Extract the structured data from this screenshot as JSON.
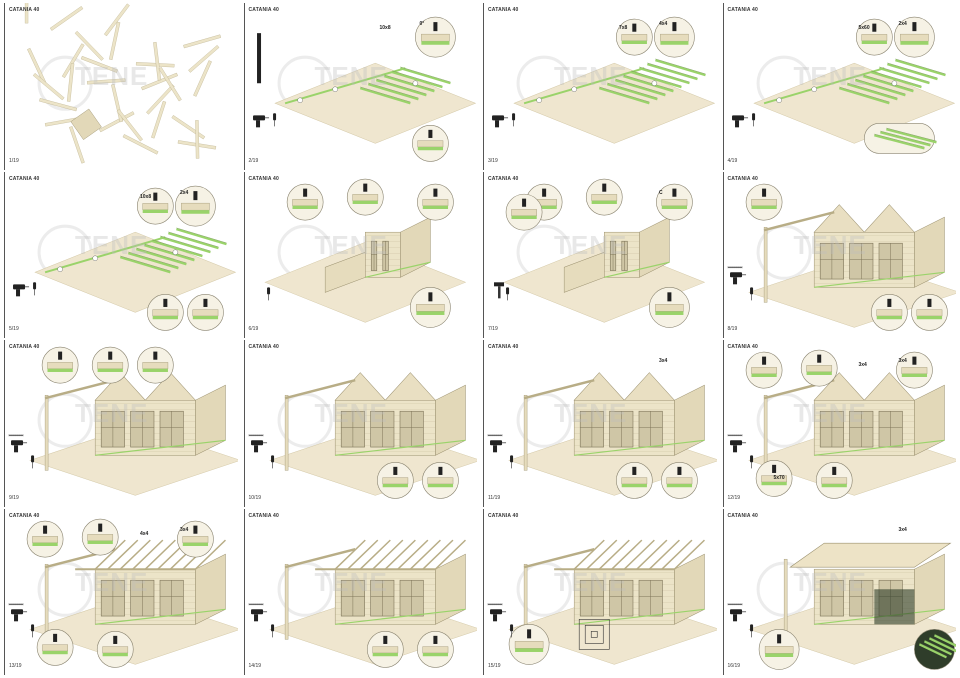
{
  "document": {
    "model": "CATANIA 40",
    "watermark": "TENE",
    "accent_green": "#9ad36a",
    "wood_color": "#ece4c8",
    "panels": [
      {
        "page": "1/19"
      },
      {
        "page": "2/19",
        "callouts": [
          "0°",
          "10x8"
        ]
      },
      {
        "page": "3/19",
        "callouts": [
          "4x4",
          "7x8"
        ]
      },
      {
        "page": "4/19",
        "callouts": [
          "2x4",
          "5x60"
        ]
      },
      {
        "page": "5/19",
        "callouts": [
          "2x4",
          "10x8"
        ]
      },
      {
        "page": "6/19"
      },
      {
        "page": "7/19",
        "callouts": [
          "C"
        ]
      },
      {
        "page": "8/19"
      },
      {
        "page": "9/19"
      },
      {
        "page": "10/19"
      },
      {
        "page": "11/19",
        "callouts": [
          "3x4"
        ]
      },
      {
        "page": "12/19",
        "callouts": [
          "3x4",
          "3x4",
          "5x70"
        ]
      },
      {
        "page": "13/19",
        "callouts": [
          "3x4",
          "4x4"
        ]
      },
      {
        "page": "14/19"
      },
      {
        "page": "15/19"
      },
      {
        "page": "16/19",
        "callouts": [
          "3x4"
        ]
      }
    ]
  }
}
